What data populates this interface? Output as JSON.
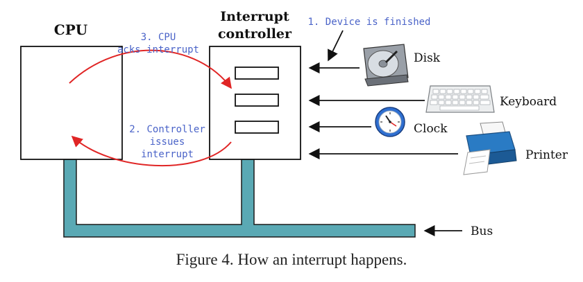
{
  "cpu": {
    "label": "CPU"
  },
  "controller": {
    "label_line1": "Interrupt",
    "label_line2": "controller"
  },
  "annotations": {
    "device_finished": "1. Device is finished",
    "controller_issues": [
      "2. Controller",
      "issues",
      "interrupt"
    ],
    "cpu_acks": [
      "3. CPU",
      "acks interrupt"
    ]
  },
  "devices": [
    {
      "name": "Disk",
      "icon": "hard-disk-icon"
    },
    {
      "name": "Keyboard",
      "icon": "keyboard-icon"
    },
    {
      "name": "Clock",
      "icon": "clock-icon"
    },
    {
      "name": "Printer",
      "icon": "printer-icon"
    }
  ],
  "bus": {
    "label": "Bus"
  },
  "caption": "Figure 4. How an interrupt happens.",
  "colors": {
    "annotation_blue": "#4a63c8",
    "arrow_red": "#e02525",
    "bus_teal": "#5aa9b4"
  }
}
